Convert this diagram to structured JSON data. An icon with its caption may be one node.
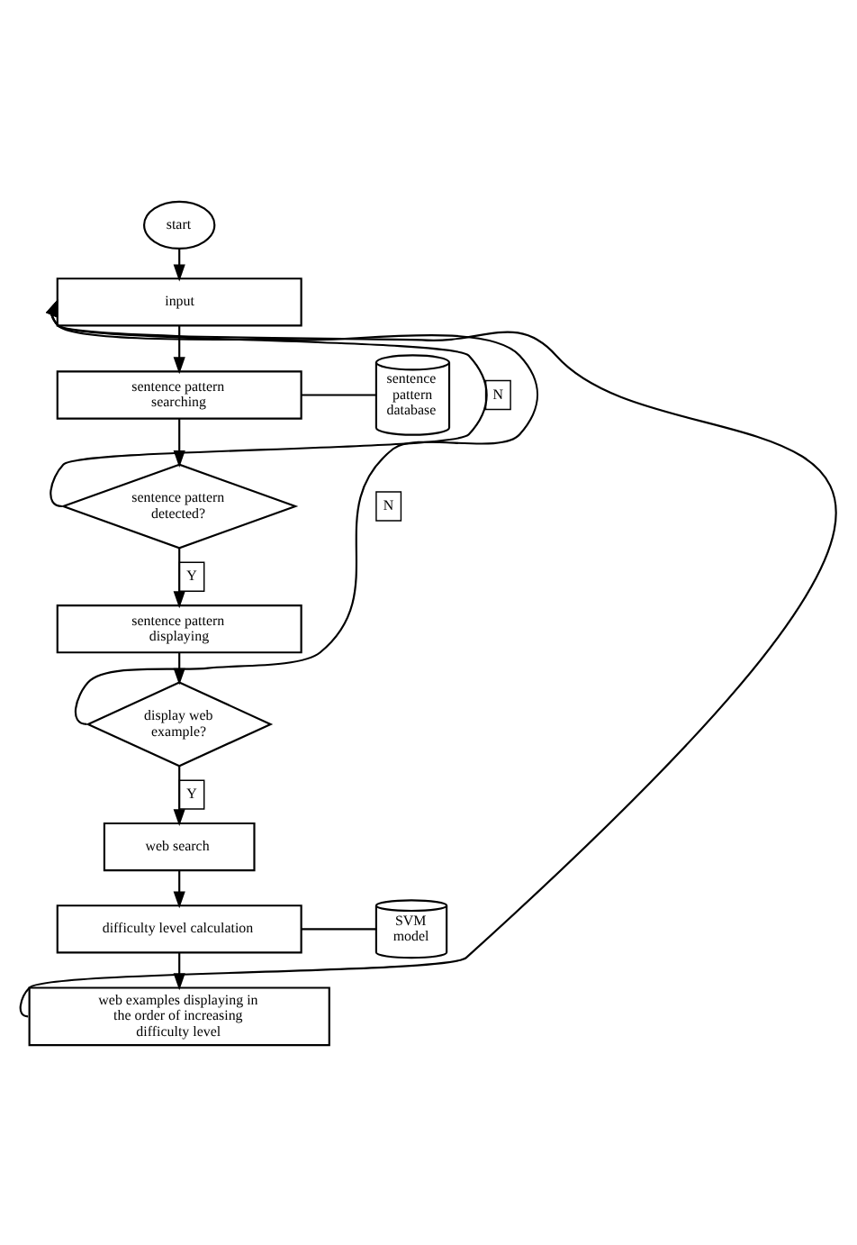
{
  "diagram": {
    "nodes": [
      {
        "text": [
          "start"
        ]
      },
      {
        "text": [
          "input"
        ]
      },
      {
        "text": [
          "sentence pattern searching"
        ]
      },
      {
        "text": [
          "sentence pattern database"
        ]
      },
      {
        "text": [
          "sentence pattern detected?"
        ]
      },
      {
        "text": [
          "sentence pattern displaying"
        ]
      },
      {
        "text": [
          "display web example?"
        ]
      },
      {
        "text": [
          "web search"
        ]
      },
      {
        "text": [
          "difficulty level calculation"
        ]
      },
      {
        "text": [
          "SVM model"
        ]
      },
      {
        "text": [
          "web examples displaying in the order of increasing difficulty level"
        ]
      }
    ],
    "edges": [
      {
        "from": 0,
        "to": 1,
        "arrow": "to"
      },
      {
        "from": 1,
        "to": 2,
        "arrow": "to"
      },
      {
        "from": 2,
        "to": 3,
        "arrow": "none"
      },
      {
        "from": 2,
        "to": 4,
        "arrow": "to"
      },
      {
        "from": 4,
        "to": 1,
        "label": "N",
        "arrow": "to"
      },
      {
        "from": 4,
        "to": 5,
        "label": "Y",
        "arrow": "to"
      },
      {
        "from": 5,
        "to": 6,
        "arrow": "to"
      },
      {
        "from": 6,
        "to": 1,
        "label": "N",
        "arrow": "to"
      },
      {
        "from": 6,
        "to": 7,
        "label": "Y",
        "arrow": "to"
      },
      {
        "from": 7,
        "to": 8,
        "arrow": "to"
      },
      {
        "from": 8,
        "to": 9,
        "arrow": "none"
      },
      {
        "from": 8,
        "to": 10,
        "arrow": "to"
      },
      {
        "from": 10,
        "to": 1,
        "arrow": "to"
      }
    ]
  }
}
